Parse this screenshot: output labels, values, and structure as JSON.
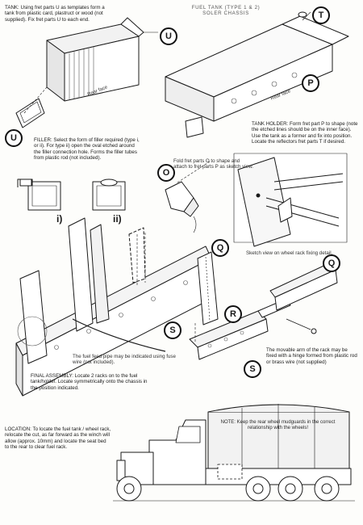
{
  "header": {
    "title_line1": "FUEL TANK (TYPE 1 & 2)",
    "title_line2": "SOLER CHASSIS"
  },
  "tank": {
    "text": "TANK: Using fret parts U as templates form a tank from plastic card, plastruct or wood (not supplied). Fix fret parts U to each end.",
    "rear_face_label": "Rear face"
  },
  "tank_holder": {
    "text": "TANK HOLDER: Form fret part P to shape (note the etched lines should be on the inner face). Use the tank as a former and fix into position. Locate the reflectors fret parts T if desired.",
    "rear_face_label": "Rear face"
  },
  "filler": {
    "text": "FILLER: Select the form of filler required (type i, or ii). For type ii) open the oval etched around the filler connection hole. Forms the filler tubes from plastic rod (not included).",
    "option_1": "i)",
    "option_2": "ii)"
  },
  "fold_note": {
    "text": "Fold fret parts O to shape and attach to fret parts P as sketch view."
  },
  "sketch_view": {
    "text": "Sketch view on wheel rack fixing detail."
  },
  "fuel_pipe": {
    "text": "The fuel feed pipe may be indicated using fuse wire (not included)."
  },
  "movable_arm": {
    "text": "The movable arm of the rack may be fixed with a hinge formed from plastic rod or brass wire (not supplied)"
  },
  "final_assembly": {
    "text": "FINAL ASSEMBLY: Locate 2 racks on to the fuel tank/holder. Locate symmetrically onto the chassis in the position indicated."
  },
  "location": {
    "text": "LOCATION: To locate the fuel tank / wheel rack, relocate the cut, as far forward as the winch will allow (approx. 10mm) and locate the seat bed to the rear to clear fuel rack."
  },
  "truck_note": {
    "text": "NOTE: Keep the rear wheel mudguards in the correct relationship with the wheels!"
  },
  "callouts": {
    "T": "T",
    "U_top": "U",
    "U_bottom": "U",
    "P": "P",
    "O": "O",
    "Q_left": "Q",
    "Q_right": "Q",
    "R": "R",
    "S_left": "S",
    "S_bottom": "S"
  }
}
